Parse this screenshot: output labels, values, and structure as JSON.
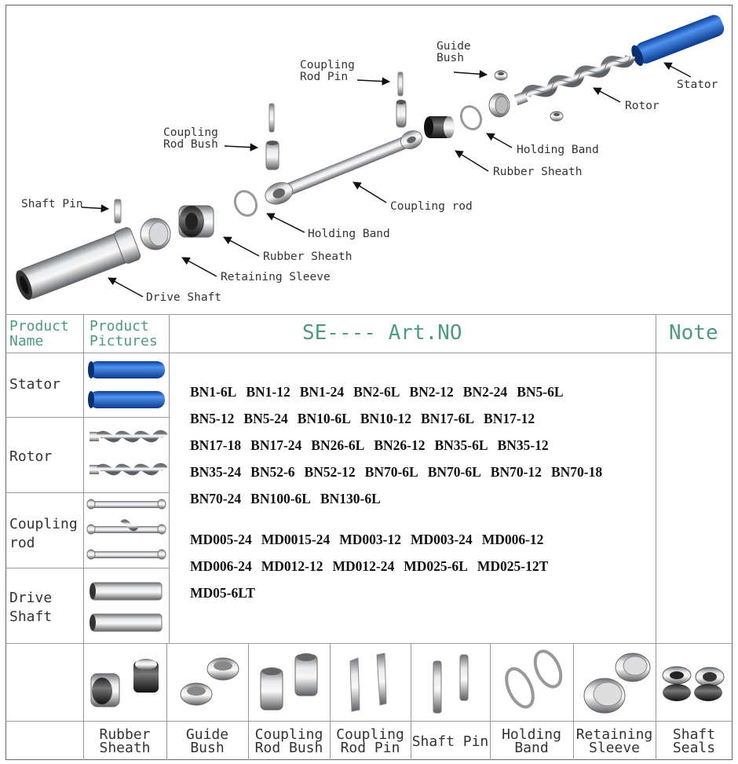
{
  "diagram_labels": {
    "stator": "Stator",
    "rotor": "Rotor",
    "guide_bush": [
      "Guide",
      "Bush"
    ],
    "holding_band_1": "Holding Band",
    "rubber_sheath_1": "Rubber Sheath",
    "coupling_rod_pin": [
      "Coupling",
      "Rod Pin"
    ],
    "coupling_rod": "Coupling rod",
    "coupling_rod_bush": [
      "Coupling",
      "Rod Bush"
    ],
    "holding_band_2": "Holding Band",
    "rubber_sheath_2": "Rubber Sheath",
    "shaft_pin": "Shaft Pin",
    "retaining_sleeve": "Retaining Sleeve",
    "drive_shaft": "Drive Shaft"
  },
  "table": {
    "header": {
      "product_name": [
        "Product",
        "Name"
      ],
      "product_pictures": [
        "Product",
        "Pictures"
      ],
      "art_no": "SE---- Art.NO",
      "note": "Note"
    },
    "rows": [
      {
        "name": [
          "Stator"
        ]
      },
      {
        "name": [
          "Rotor"
        ]
      },
      {
        "name": [
          "Coupling",
          "rod"
        ]
      },
      {
        "name": [
          "Drive",
          "Shaft"
        ]
      }
    ],
    "bn_lines": [
      [
        "BN1-6L",
        "BN1-12",
        "BN1-24",
        "BN2-6L",
        "BN2-12",
        "BN2-24",
        "BN5-6L"
      ],
      [
        "BN5-12",
        "BN5-24",
        "BN10-6L",
        "BN10-12",
        "BN17-6L",
        "BN17-12"
      ],
      [
        "BN17-18",
        "BN17-24",
        "BN26-6L",
        "BN26-12",
        "BN35-6L",
        "BN35-12"
      ],
      [
        "BN35-24",
        "BN52-6",
        "BN52-12",
        "BN70-6L",
        "BN70-6L",
        "BN70-12",
        "BN70-18"
      ],
      [
        "BN70-24",
        "BN100-6L",
        "BN130-6L"
      ]
    ],
    "md_lines": [
      [
        "MD005-24",
        "MD0015-24",
        "MD003-12",
        "MD003-24",
        "MD006-12"
      ],
      [
        "MD006-24",
        "MD012-12",
        "MD012-24",
        "MD025-6L",
        "MD025-12T"
      ],
      [
        "MD05-6LT"
      ]
    ]
  },
  "accessories": [
    {
      "caption": [
        "Rubber",
        "Sheath"
      ]
    },
    {
      "caption": [
        "Guide",
        "Bush"
      ]
    },
    {
      "caption": [
        "Coupling",
        "Rod Bush"
      ]
    },
    {
      "caption": [
        "Coupling",
        "Rod Pin"
      ]
    },
    {
      "caption": [
        "Shaft Pin"
      ]
    },
    {
      "caption": [
        "Holding",
        "Band"
      ]
    },
    {
      "caption": [
        "Retaining",
        "Sleeve"
      ]
    },
    {
      "caption": [
        "Shaft",
        "Seals"
      ]
    }
  ],
  "colors": {
    "header_text": "#4e9a84",
    "stator_blue": "#2a6fd1",
    "steel": "#b8bcc2",
    "border": "#9a9a9a"
  }
}
